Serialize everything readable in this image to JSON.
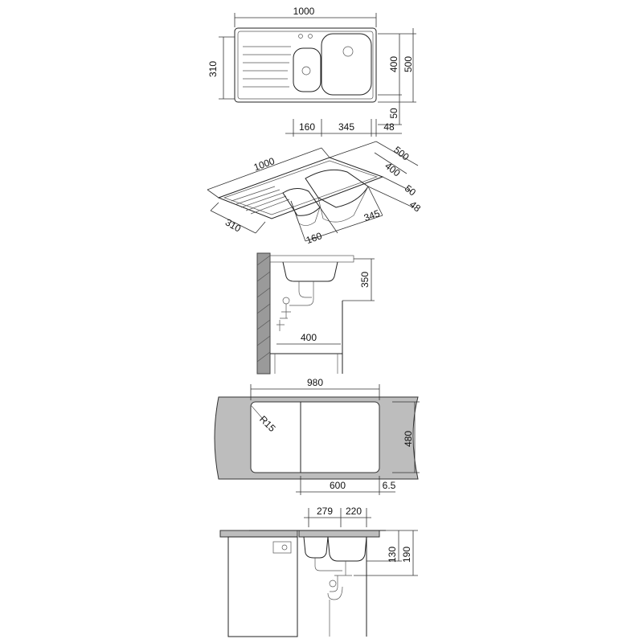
{
  "top_view": {
    "width": "1000",
    "depth_left": "310",
    "depth_bowl": "400",
    "depth_total": "500",
    "edge_offset": "50",
    "bowl_small": "160",
    "bowl_large": "345",
    "edge_right": "48"
  },
  "iso_view": {
    "width": "1000",
    "depth_total": "500",
    "depth_bowl": "400",
    "edge_offset": "50",
    "edge_right": "48",
    "bowl_large": "345",
    "bowl_small": "160",
    "depth_left": "310"
  },
  "side_view": {
    "height": "350",
    "cabinet_width": "400"
  },
  "cutout_view": {
    "width": "980",
    "radius": "R15",
    "depth": "480",
    "bowl_width": "600",
    "offset": "6.5"
  },
  "front_view": {
    "dim_a": "279",
    "dim_b": "220",
    "dim_c": "130",
    "dim_d": "190"
  }
}
